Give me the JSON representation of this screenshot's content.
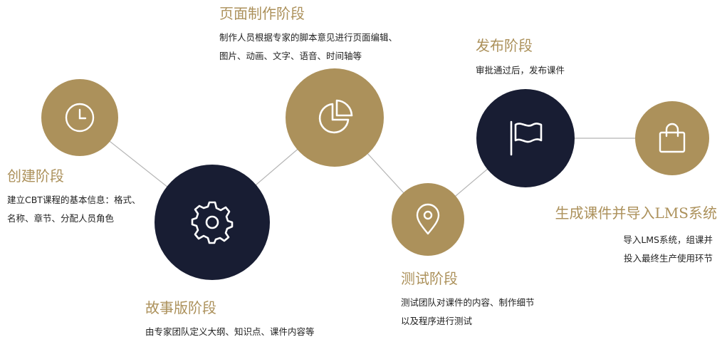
{
  "colors": {
    "gold": "#ac915b",
    "navy": "#181d33",
    "line": "#b5b5b5",
    "text": "#222222"
  },
  "stages": [
    {
      "id": "create",
      "title": "创建阶段",
      "lines": [
        "建立CBT课程的基本信息：格式、",
        "名称、章节、分配人员角色"
      ],
      "icon": "clock-icon",
      "color": "gold"
    },
    {
      "id": "story",
      "title": "故事版阶段",
      "lines": [
        "由专家团队定义大纲、知识点、课件内容等"
      ],
      "icon": "gear-icon",
      "color": "navy"
    },
    {
      "id": "page",
      "title": "页面制作阶段",
      "lines": [
        "制作人员根据专家的脚本意见进行页面编辑、",
        "图片、动画、文字、语音、时间轴等"
      ],
      "icon": "pie-chart-icon",
      "color": "gold"
    },
    {
      "id": "test",
      "title": "测试阶段",
      "lines": [
        "测试团队对课件的内容、制作细节",
        "以及程序进行测试"
      ],
      "icon": "location-pin-icon",
      "color": "gold"
    },
    {
      "id": "publish",
      "title": "发布阶段",
      "lines": [
        "审批通过后，发布课件"
      ],
      "icon": "flag-icon",
      "color": "navy"
    },
    {
      "id": "lms",
      "title": "生成课件并导入LMS系统",
      "lines": [
        "导入LMS系统，组课并",
        "投入最终生产使用环节"
      ],
      "icon": "shopping-bag-icon",
      "color": "gold"
    }
  ]
}
